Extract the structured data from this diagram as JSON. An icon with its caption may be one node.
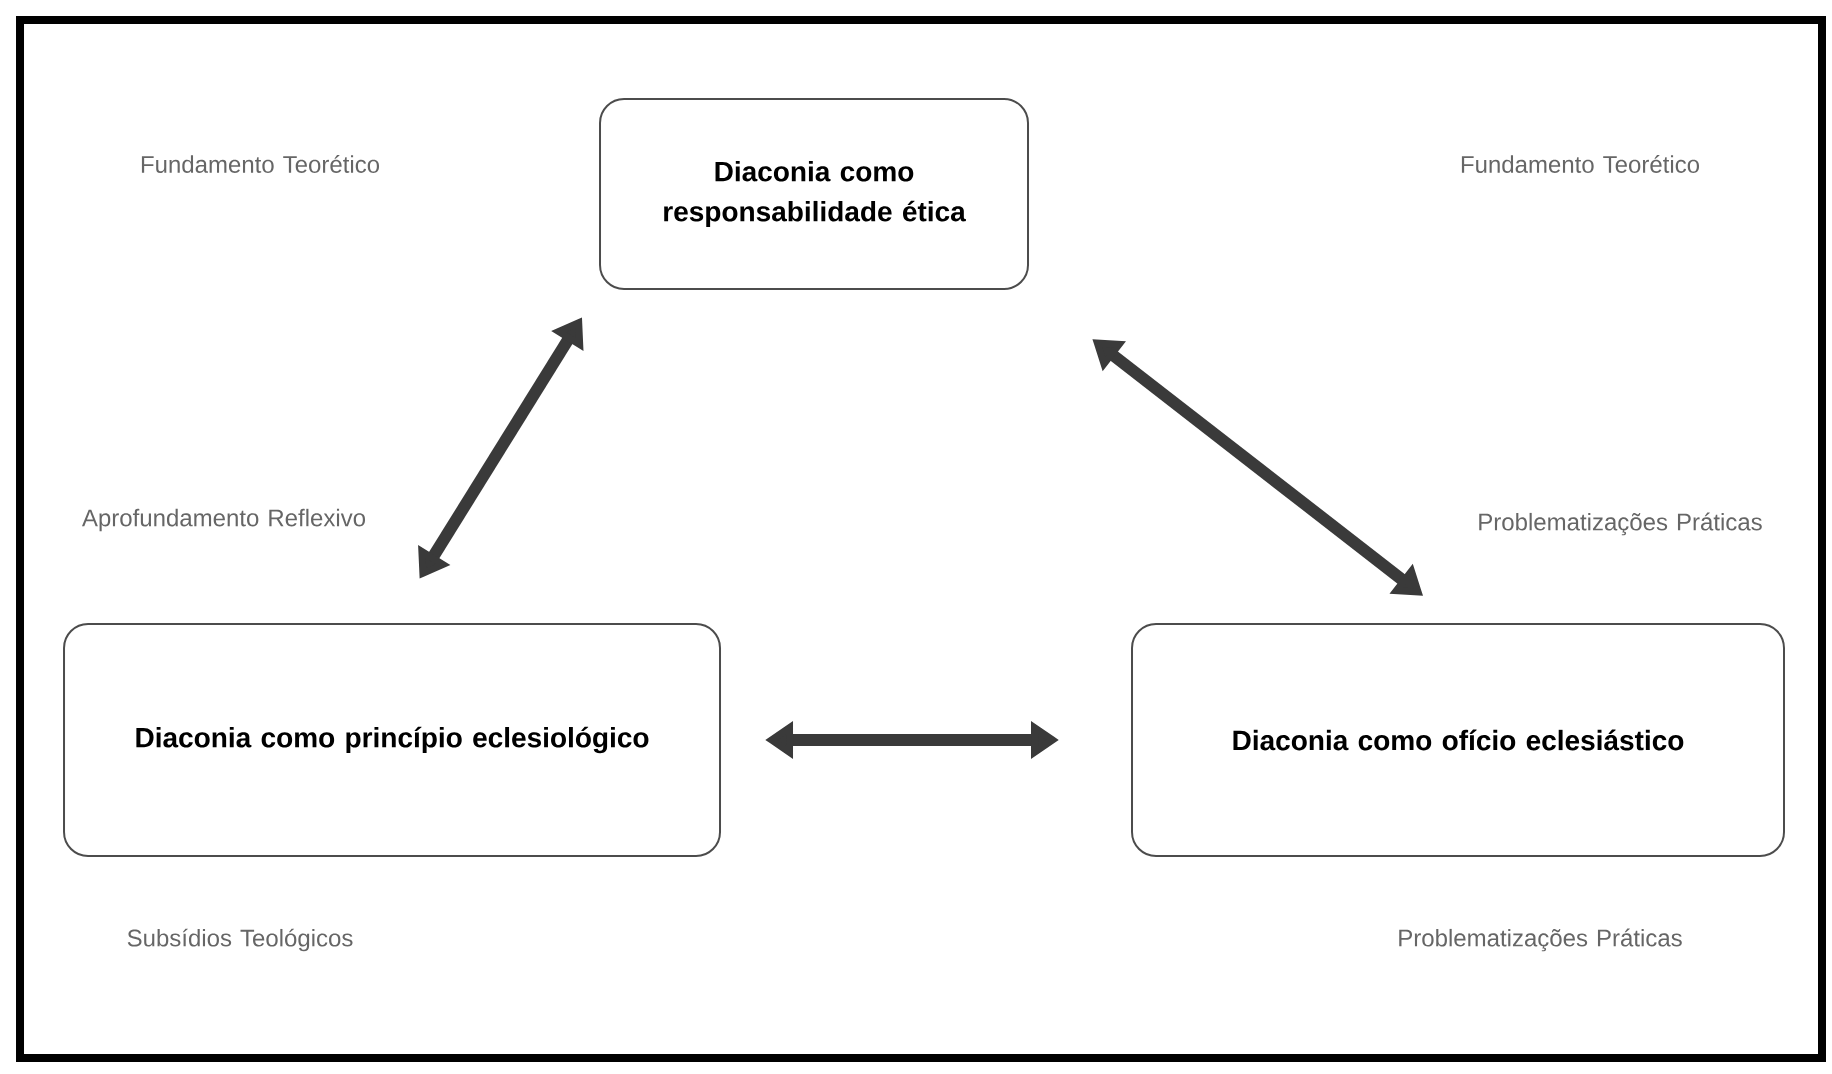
{
  "diagram": {
    "nodes": [
      {
        "text": [
          "Diaconia como responsabilidade ética"
        ]
      },
      {
        "text": [
          "Diaconia como princípio eclesiológico"
        ]
      },
      {
        "text": [
          "Diaconia como ofício eclesiástico"
        ]
      }
    ],
    "edges": [
      {
        "from": 0,
        "to": 1,
        "arrow": "both"
      },
      {
        "from": 0,
        "to": 2,
        "arrow": "both"
      },
      {
        "from": 1,
        "to": 2,
        "arrow": "both"
      }
    ],
    "labels": [
      "Fundamento Teorético",
      "Fundamento Teorético",
      "Aprofundamento Reflexivo",
      "Problematizações Práticas",
      "Subsídios Teológicos",
      "Problematizações Práticas"
    ]
  }
}
